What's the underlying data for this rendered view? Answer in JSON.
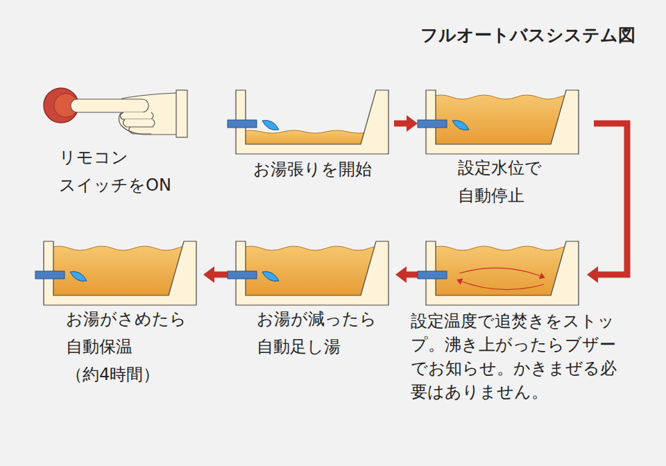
{
  "diagram": {
    "title": "フルオートバスシステム図",
    "nodes": [
      {
        "text": [
          "リモコン スイッチをON"
        ]
      },
      {
        "text": [
          "お湯張りを開始"
        ]
      },
      {
        "text": [
          "設定水位で 自動停止"
        ]
      },
      {
        "text": [
          "設定温度で追焚きをストップ。沸き上がったらブザーでお知らせ。かきまぜる必要はありません。"
        ]
      },
      {
        "text": [
          "お湯が減ったら 自動足し湯"
        ]
      },
      {
        "text": [
          "お湯がさめたら 自動保温 （約4時間）"
        ]
      }
    ],
    "edges": [
      {
        "from": 1,
        "to": 2,
        "arrow": "to"
      },
      {
        "from": 2,
        "to": 3,
        "arrow": "to"
      },
      {
        "from": 3,
        "to": 4,
        "arrow": "to"
      },
      {
        "from": 4,
        "to": 5,
        "arrow": "to"
      }
    ]
  }
}
